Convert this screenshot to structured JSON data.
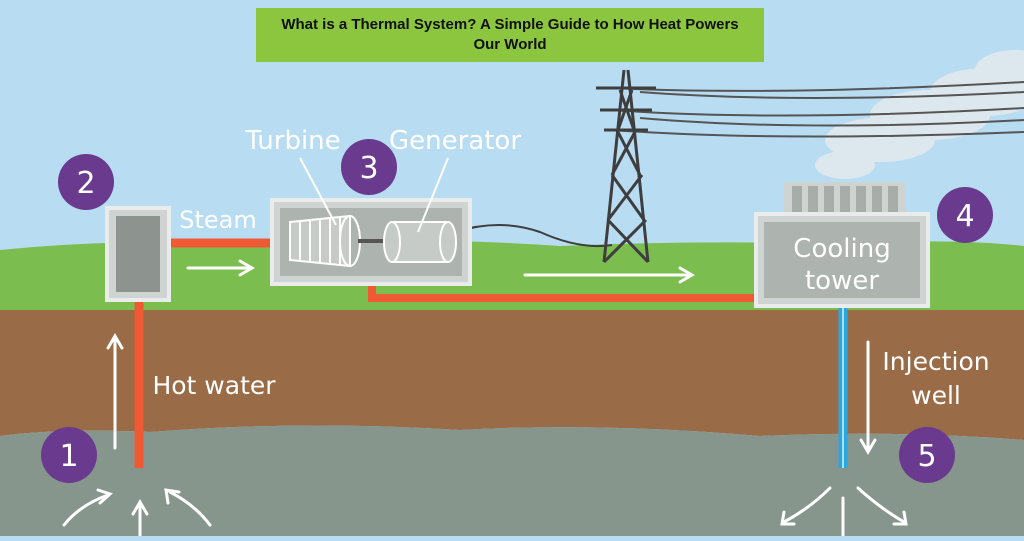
{
  "title": {
    "line1": "What is a Thermal System? A Simple Guide to How Heat Powers",
    "line2": "Our World"
  },
  "labels": {
    "turbine": "Turbine",
    "generator": "Generator",
    "steam": "Steam",
    "cooling_tower_line1": "Cooling",
    "cooling_tower_line2": "tower",
    "hot_water": "Hot water",
    "injection_well_line1": "Injection",
    "injection_well_line2": "well"
  },
  "steps": {
    "step1": "1",
    "step2": "2",
    "step3": "3",
    "step4": "4",
    "step5": "5"
  },
  "colors": {
    "sky": "#b8dcf2",
    "grass": "#7bbd4f",
    "soil": "#9a6b47",
    "bedrock": "#86968c",
    "hot_pipe": "#ef5a34",
    "cold_pipe": "#29a8e0",
    "step_badge": "#6a3a8f",
    "title_banner": "#8cc63f"
  }
}
